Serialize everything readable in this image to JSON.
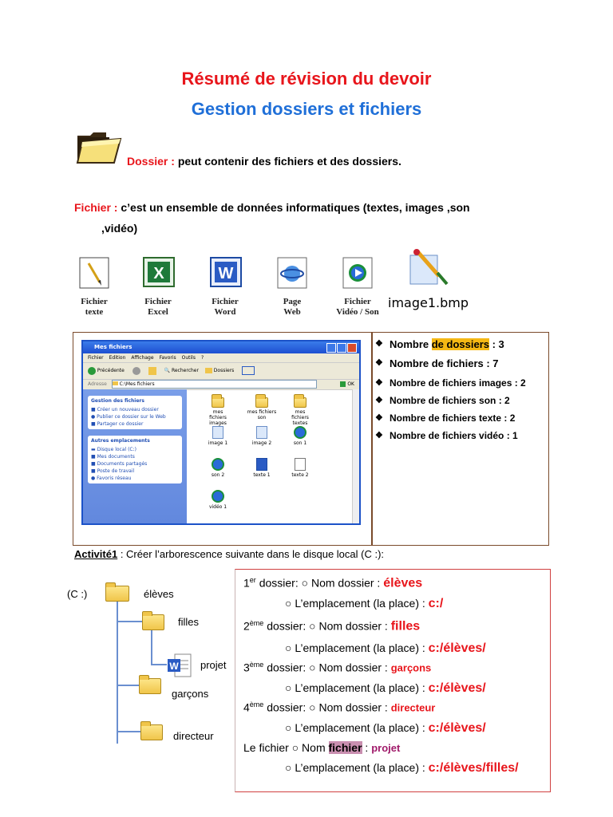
{
  "title": "Résumé de révision du devoir",
  "subtitle": "Gestion dossiers et fichiers",
  "dossier": {
    "label": "Dossier :",
    "text": "peut contenir des fichiers et des dossiers."
  },
  "fichier": {
    "label": "Fichier :",
    "text1": "c’est un ensemble de données informatiques (textes, images ,son",
    "text2": ",vidéo)"
  },
  "file_types": [
    {
      "line1": "Fichier",
      "line2": "texte"
    },
    {
      "line1": "Fichier",
      "line2": "Excel"
    },
    {
      "line1": "Fichier",
      "line2": "Word"
    },
    {
      "line1": "Page",
      "line2": "Web"
    },
    {
      "line1": "Fichier",
      "line2": "Vidéo / Son"
    }
  ],
  "image_file_label": "image1.bmp",
  "explorer": {
    "title": "Mes fichiers",
    "menu": [
      "Fichier",
      "Edition",
      "Affichage",
      "Favoris",
      "Outils",
      "?"
    ],
    "back": "Précédente",
    "search": "Rechercher",
    "folders": "Dossiers",
    "address_label": "Adresse",
    "address": "C:\\Mes fichiers",
    "ok": "OK",
    "tasks_title": "Gestion des fichiers",
    "tasks": [
      "Créer un nouveau dossier",
      "Publier ce dossier sur le Web",
      "Partager ce dossier"
    ],
    "places_title": "Autres emplacements",
    "places": [
      "Disque local (C:)",
      "Mes documents",
      "Documents partagés",
      "Poste de travail",
      "Favoris réseau"
    ],
    "items": [
      "mes fichiers images",
      "mes fichiers son",
      "mes fichiers textes",
      "image 1",
      "image 2",
      "son 1",
      "son 2",
      "texte 1",
      "texte 2",
      "vidéo 1"
    ]
  },
  "stats": {
    "s1_pre": "Nombre ",
    "s1_hl": "de dossiers",
    "s1_post": " : 3",
    "s2": "Nombre de fichiers : 7",
    "s3": "Nombre de fichiers images : 2",
    "s4": "Nombre de fichiers son : 2",
    "s5": "Nombre de fichiers texte : 2",
    "s6": "Nombre de fichiers vidéo : 1"
  },
  "activity": {
    "label": "Activité1",
    "text": " : Créer l’arborescence suivante dans le disque local (C :):"
  },
  "tree": {
    "root": "(C :)",
    "n1": "élèves",
    "n2": "filles",
    "n3": "projet",
    "n4": "garçons",
    "n5": "directeur"
  },
  "right_box": {
    "r1a": "1",
    "r1sup": "er",
    "r1b": " dossier: ○ Nom dossier : ",
    "r1v": "élèves",
    "place": "○ L’emplacement (la place) : ",
    "p1": "c:/",
    "r2a": "2",
    "r2sup": "ème",
    "r2b": "  dossier: ○ Nom dossier : ",
    "r2v": "filles",
    "p2": "c:/élèves/",
    "r3a": "3",
    "r3sup": "ème",
    "r3b": "  dossier: ○ Nom dossier : ",
    "r3v": "garçons",
    "p3": "c:/élèves/",
    "r4a": "4",
    "r4sup": "ème",
    "r4b": "  dossier: ○ Nom dossier : ",
    "r4v": "directeur",
    "p4": "c:/élèves/",
    "r5a": "Le fichier",
    "r5b": "     ○ Nom ",
    "r5hl": "fichier",
    "r5c": " : ",
    "r5v": "projet",
    "p5": "c:/élèves/filles/"
  }
}
